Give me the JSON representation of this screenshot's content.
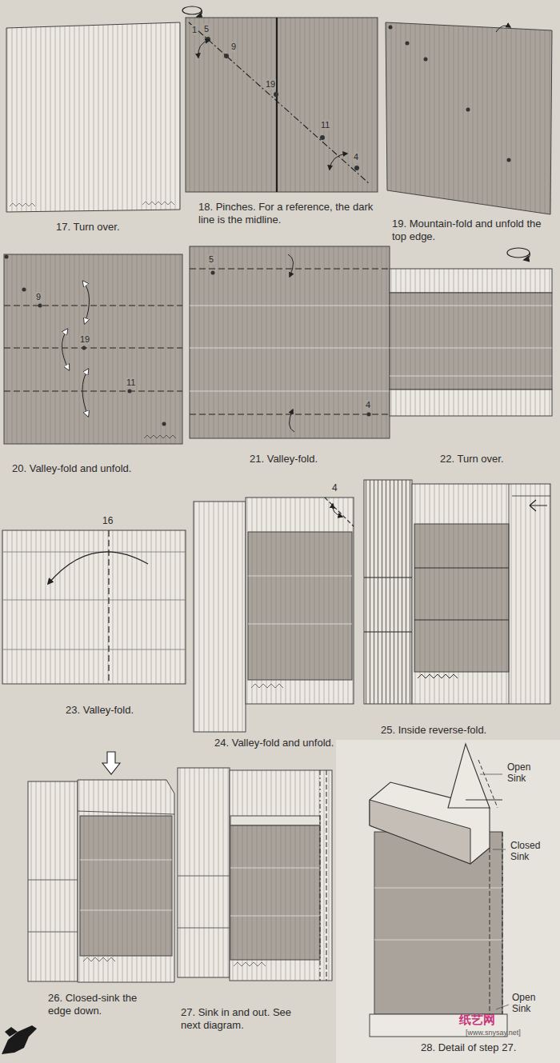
{
  "diagram": {
    "labels": [
      "17. Turn over.",
      "1",
      "5",
      "9",
      "19",
      "11",
      "4",
      "18. Pinches. For a reference, the dark line is the midline.",
      "19. Mountain-fold and unfold the top edge.",
      "9",
      "19",
      "11",
      "20. Valley-fold and unfold.",
      "5",
      "4",
      "21. Valley-fold.",
      "22. Turn over.",
      "16",
      "23. Valley-fold.",
      "4",
      "24. Valley-fold and unfold.",
      "25. Inside reverse-fold.",
      "26. Closed-sink the edge down.",
      "27. Sink in and out. See next diagram.",
      "Open Sink",
      "Closed Sink",
      "Open Sink",
      "28. Detail of step 27.",
      "纸艺网",
      "[www.snysay.net]"
    ]
  }
}
